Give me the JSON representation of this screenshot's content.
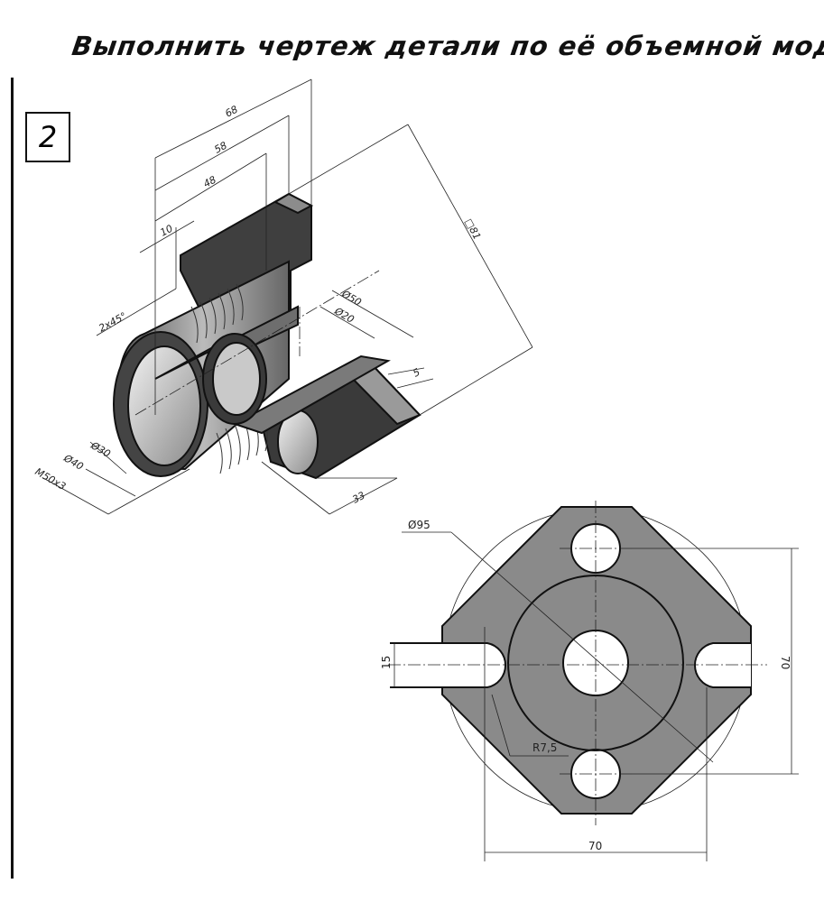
{
  "title": "Выполнить чертеж детали по её объемной модели",
  "task_number": "2",
  "isometric_dimensions": {
    "d68": "68",
    "d58": "58",
    "d48": "48",
    "d10": "10",
    "chamfer": "2x45°",
    "sq81": "□81",
    "dia50": "Ø50",
    "dia20": "Ø20",
    "d5": "5",
    "d33": "33",
    "dia30": "Ø30",
    "dia40": "Ø40",
    "thread": "M50x3"
  },
  "view_dimensions": {
    "dia95": "Ø95",
    "slot15": "15",
    "height70": "70",
    "width70": "70",
    "radius": "R7,5"
  }
}
